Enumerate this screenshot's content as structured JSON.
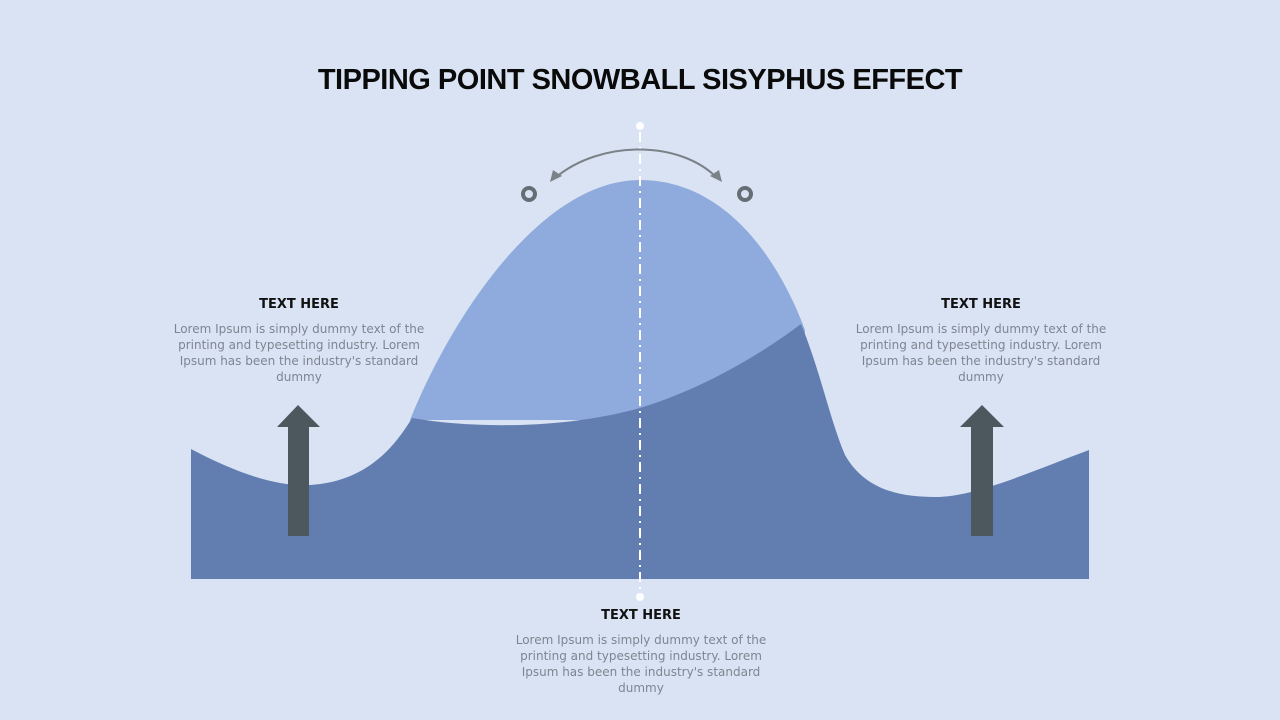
{
  "title": "TIPPING POINT SNOWBALL SISYPHUS EFFECT",
  "colors": {
    "background": "#dae3f3",
    "hill_light": "#8faadc",
    "hill_dark": "#627eb0",
    "arrow": "#4d575e",
    "marker": "#666e75",
    "divider": "#ffffff"
  },
  "blocks": {
    "left": {
      "heading": "TEXT HERE",
      "body": "Lorem Ipsum is simply dummy text of the printing and typesetting industry. Lorem Ipsum has been the industry's standard dummy"
    },
    "right": {
      "heading": "TEXT HERE",
      "body": "Lorem Ipsum is simply dummy text of the printing and typesetting industry. Lorem Ipsum has been the industry's standard dummy"
    },
    "bottom": {
      "heading": "TEXT HERE",
      "body": "Lorem Ipsum is simply dummy text of the printing and typesetting industry. Lorem Ipsum has been the industry's standard dummy"
    }
  },
  "icons": {
    "left_arrow": "arrow-up-icon",
    "right_arrow": "arrow-up-icon",
    "top_arc": "double-headed-curved-arrow-icon",
    "left_marker": "ring-icon",
    "right_marker": "ring-icon"
  }
}
